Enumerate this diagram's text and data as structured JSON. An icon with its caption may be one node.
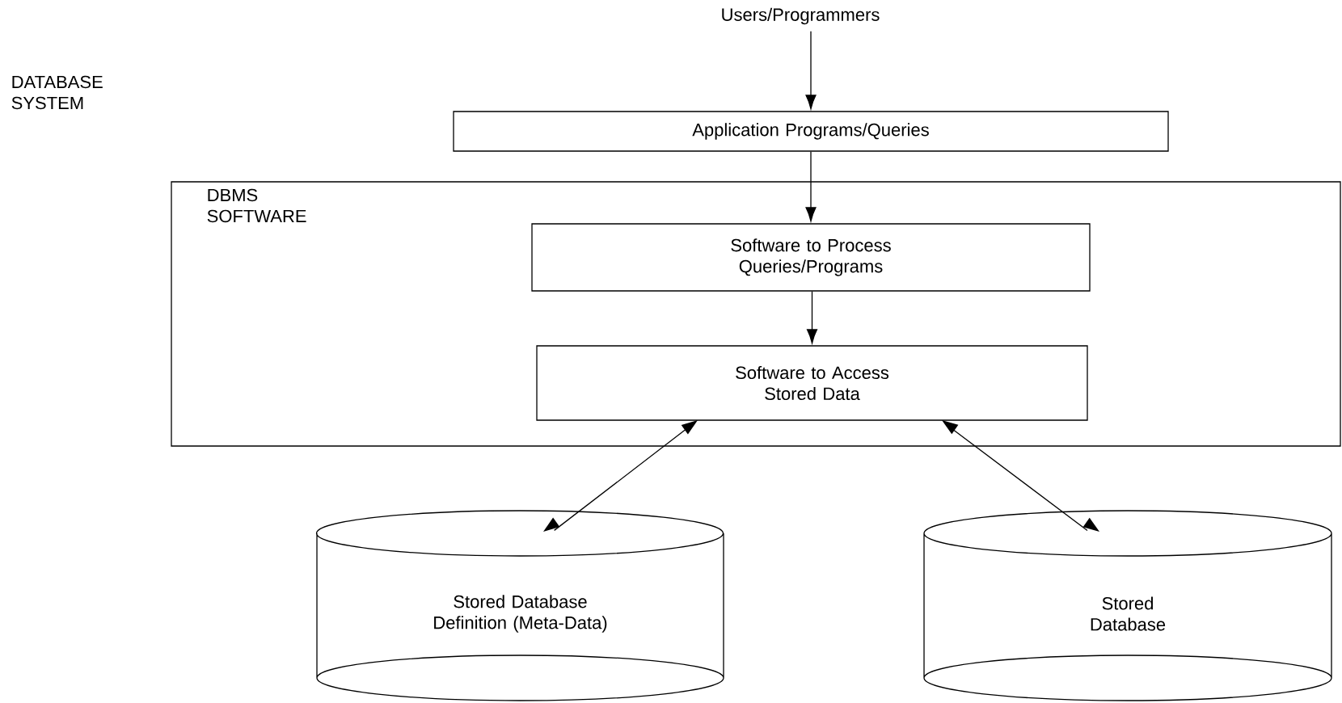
{
  "diagram": {
    "nodes": [
      {
        "text": [
          "Users/Programmers"
        ]
      },
      {
        "text": [
          "Application Programs/Queries"
        ]
      },
      {
        "text": [
          "DBMS SOFTWARE"
        ]
      },
      {
        "text": [
          "Software to Process Queries/Programs"
        ],
        "in": 2
      },
      {
        "text": [
          "Software to Access Stored Data"
        ],
        "in": 2
      },
      {
        "text": [
          "Stored Database Definition (Meta-Data)"
        ]
      },
      {
        "text": [
          "Stored Database"
        ]
      }
    ],
    "edges": [
      {
        "from": 0,
        "to": 1,
        "arrow": "to"
      },
      {
        "from": 1,
        "to": 3,
        "arrow": "to"
      },
      {
        "from": 3,
        "to": 4,
        "arrow": "to"
      },
      {
        "from": 4,
        "to": 5,
        "arrow": "both"
      },
      {
        "from": 4,
        "to": 6,
        "arrow": "both"
      }
    ],
    "labels": [
      "DATABASE SYSTEM"
    ]
  }
}
